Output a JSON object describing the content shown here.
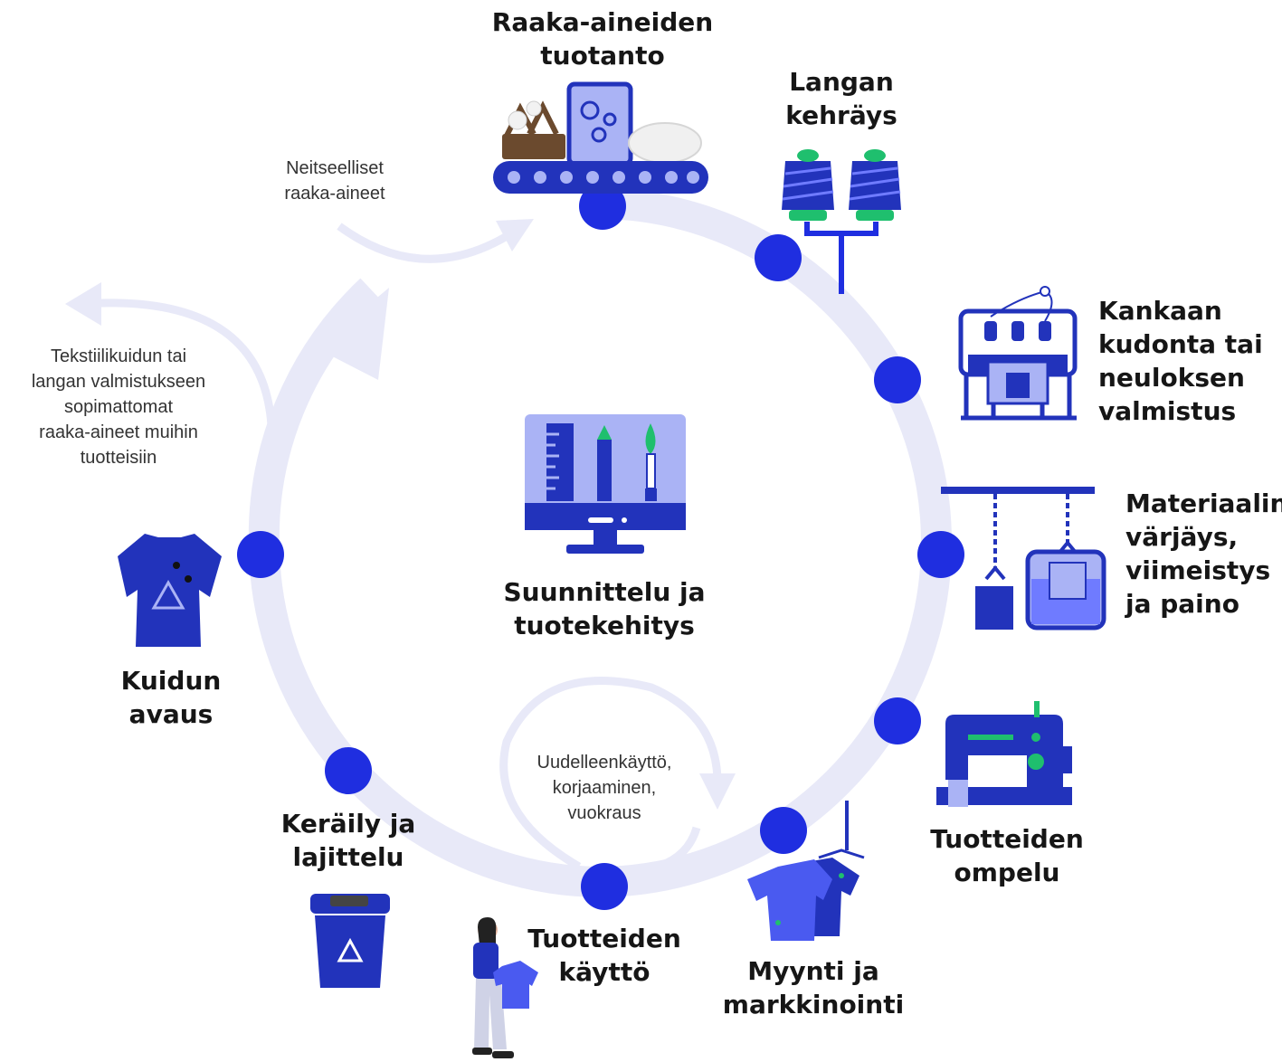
{
  "colors": {
    "ring": "#e8e9f8",
    "node": "#1f2ee0",
    "icon_dark": "#2233bb",
    "icon_light": "#aab3f5",
    "accent": "#1fbf6e"
  },
  "stages": [
    {
      "id": "raw",
      "label": "Raaka-aineiden\ntuotanto",
      "icon": "conveyor-machine-icon"
    },
    {
      "id": "spin",
      "label": "Langan\nkehräys",
      "icon": "yarn-spool-icon"
    },
    {
      "id": "weave",
      "label": "Kankaan\nkudonta tai\nneuloksen\nvalmistus",
      "icon": "loom-icon"
    },
    {
      "id": "dye",
      "label": "Materiaalin\nvärjäys,\nviimeistys\nja paino",
      "icon": "dye-tank-icon"
    },
    {
      "id": "sew",
      "label": "Tuotteiden\nompelu",
      "icon": "sewing-machine-icon"
    },
    {
      "id": "sell",
      "label": "Myynti ja\nmarkkinointi",
      "icon": "shirts-hanger-icon"
    },
    {
      "id": "use",
      "label": "Tuotteiden\nkäyttö",
      "icon": "person-shirt-icon"
    },
    {
      "id": "collect",
      "label": "Keräily ja\nlajittelu",
      "icon": "recycle-bin-icon"
    },
    {
      "id": "open",
      "label": "Kuidun\navaus",
      "icon": "recycled-shirt-icon"
    }
  ],
  "center": {
    "label": "Suunnittelu ja\ntuotekehitys",
    "icon": "design-monitor-icon"
  },
  "notes": {
    "virgin": "Neitseelliset\nraaka-aineet",
    "other_products": "Tekstiilikuidun tai\nlangan valmistukseen\nsopimattomat\nraaka-aineet muihin\ntuotteisiin",
    "reuse": "Uudelleenkäyttö,\nkorjaaminen,\nvuokraus"
  }
}
